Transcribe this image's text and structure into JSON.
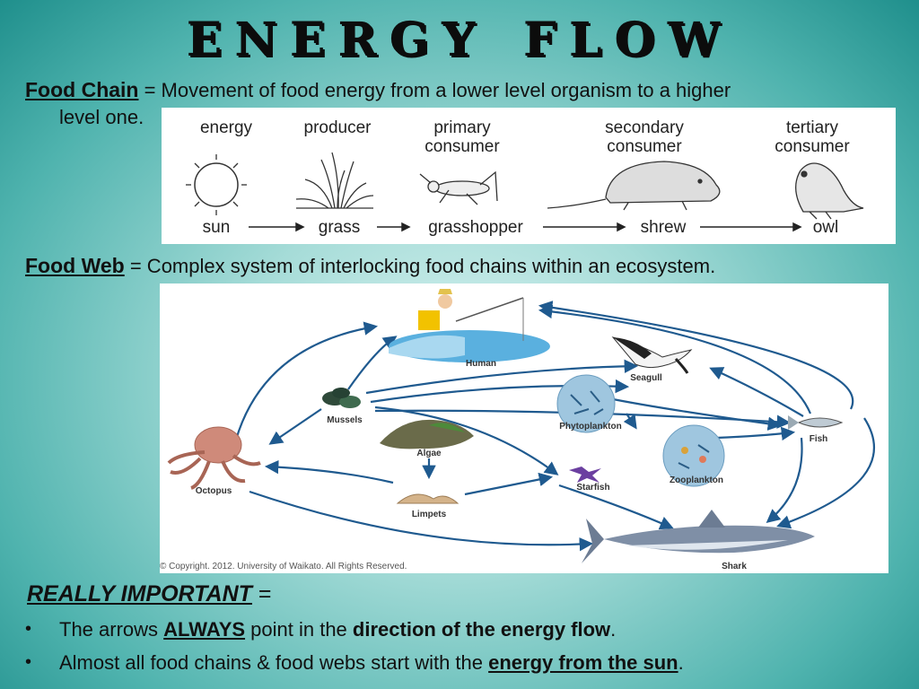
{
  "title": "Energy Flow",
  "food_chain": {
    "term": "Food Chain",
    "definition": " = Movement of food energy from a lower level organism to a higher",
    "definition_cont": "level one.",
    "levels": [
      "energy",
      "producer",
      "primary consumer",
      "secondary consumer",
      "tertiary consumer"
    ],
    "level_lines": [
      [
        "energy"
      ],
      [
        "producer"
      ],
      [
        "primary",
        "consumer"
      ],
      [
        "secondary",
        "consumer"
      ],
      [
        "tertiary",
        "consumer"
      ]
    ],
    "organisms": [
      "sun",
      "grass",
      "grasshopper",
      "shrew",
      "owl"
    ]
  },
  "food_web": {
    "term": "Food Web",
    "definition": " = Complex system of interlocking food chains within an ecosystem.",
    "nodes": [
      "Human",
      "Seagull",
      "Mussels",
      "Phytoplankton",
      "Fish",
      "Algae",
      "Octopus",
      "Zooplankton",
      "Starfish",
      "Limpets",
      "Shark"
    ],
    "copyright": "© Copyright. 2012. University of Waikato. All Rights Reserved."
  },
  "important": {
    "heading": "REALLY IMPORTANT",
    "suffix": " =",
    "bullet1": {
      "pre": "The arrows ",
      "em": "ALWAYS",
      "mid": " point in the ",
      "bold": "direction of the energy flow",
      "post": "."
    },
    "bullet2": {
      "pre": "Almost all food chains & food webs start with the ",
      "em": "energy from the sun",
      "post": "."
    },
    "bullet_symbol": "•"
  },
  "colors": {
    "arrow": "#1f5a8f",
    "background": "#4fb3ae"
  }
}
